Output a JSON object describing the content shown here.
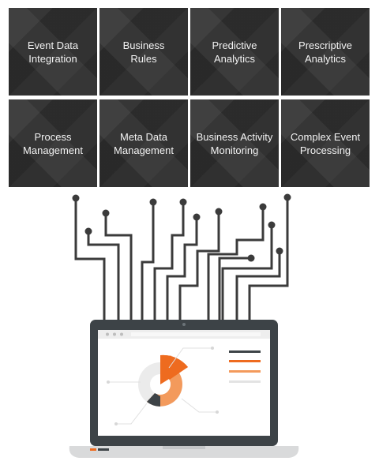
{
  "tiles": [
    {
      "label": "Event Data\nIntegration"
    },
    {
      "label": "Business\nRules"
    },
    {
      "label": "Predictive\nAnalytics"
    },
    {
      "label": "Prescriptive\nAnalytics"
    },
    {
      "label": "Process\nManagement"
    },
    {
      "label": "Meta Data\nManagement"
    },
    {
      "label": "Business Activity\nMonitoring"
    },
    {
      "label": "Complex Event\nProcessing"
    }
  ],
  "colors": {
    "tile_bg": "#2f2f2f",
    "tile_text": "#f2f2f2",
    "wire": "#3b3b3b",
    "laptop_frame": "#3d4347",
    "laptop_base": "#d9dadb",
    "accent_orange": "#ee6b1f",
    "accent_orange_light": "#f39a5c",
    "donut_gray": "#e3e3e3",
    "donut_dark": "#3d4347"
  },
  "illustration": {
    "icons": [
      "circuit-wires",
      "laptop-icon",
      "donut-chart-icon",
      "legend-lines-icon"
    ]
  }
}
